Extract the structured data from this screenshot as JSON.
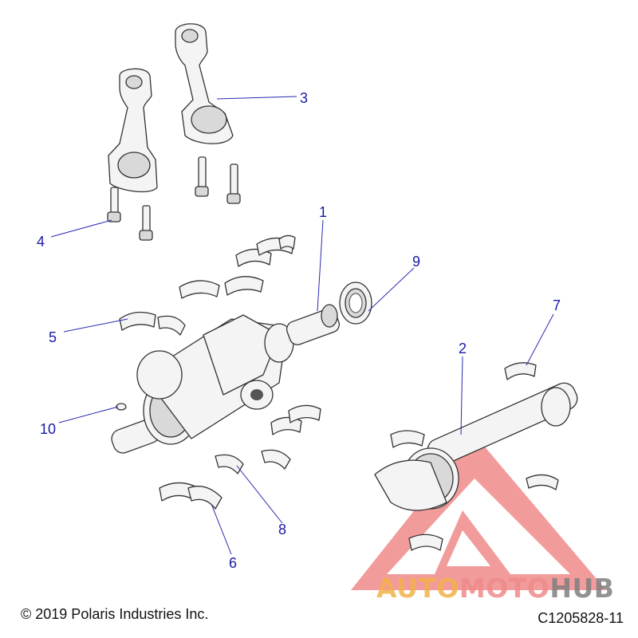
{
  "diagram": {
    "callouts": [
      {
        "id": "1",
        "label": "1"
      },
      {
        "id": "2",
        "label": "2"
      },
      {
        "id": "3",
        "label": "3"
      },
      {
        "id": "4",
        "label": "4"
      },
      {
        "id": "5",
        "label": "5"
      },
      {
        "id": "6",
        "label": "6"
      },
      {
        "id": "7",
        "label": "7"
      },
      {
        "id": "8",
        "label": "8"
      },
      {
        "id": "9",
        "label": "9"
      },
      {
        "id": "10",
        "label": "10"
      }
    ],
    "copyright": "© 2019 Polaris Industries Inc.",
    "figure_id": "C1205828-11"
  },
  "watermark": {
    "part1": "AUTO",
    "part2": "MOTO",
    "part3": "HUB",
    "colors": {
      "auto": "#f2b24a",
      "moto": "#ef8a8a",
      "hub": "#7f7f7f",
      "triangle": "#e84a4a"
    }
  }
}
